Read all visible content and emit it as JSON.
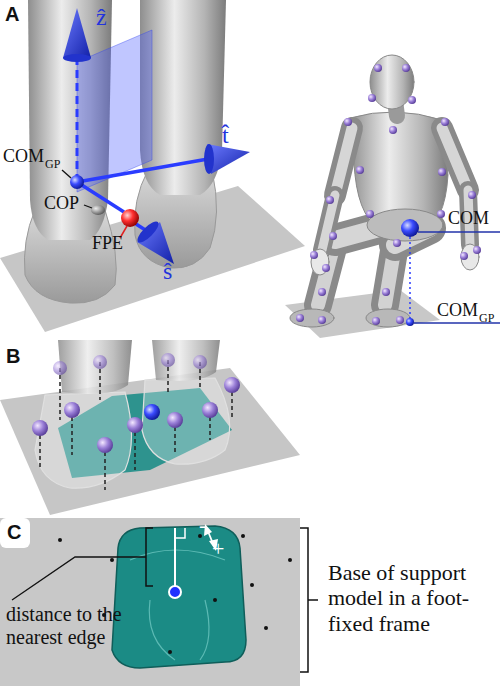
{
  "diagram": {
    "labels": [
      "A",
      "ẑ",
      "t̂",
      "COM",
      "GP",
      "COP",
      "FPE",
      "ŝ",
      "COM",
      "COM",
      "GP",
      "B",
      "C",
      "-",
      "+",
      "distance to the nearest edge",
      "Base of support model in a foot-fixed frame"
    ]
  }
}
